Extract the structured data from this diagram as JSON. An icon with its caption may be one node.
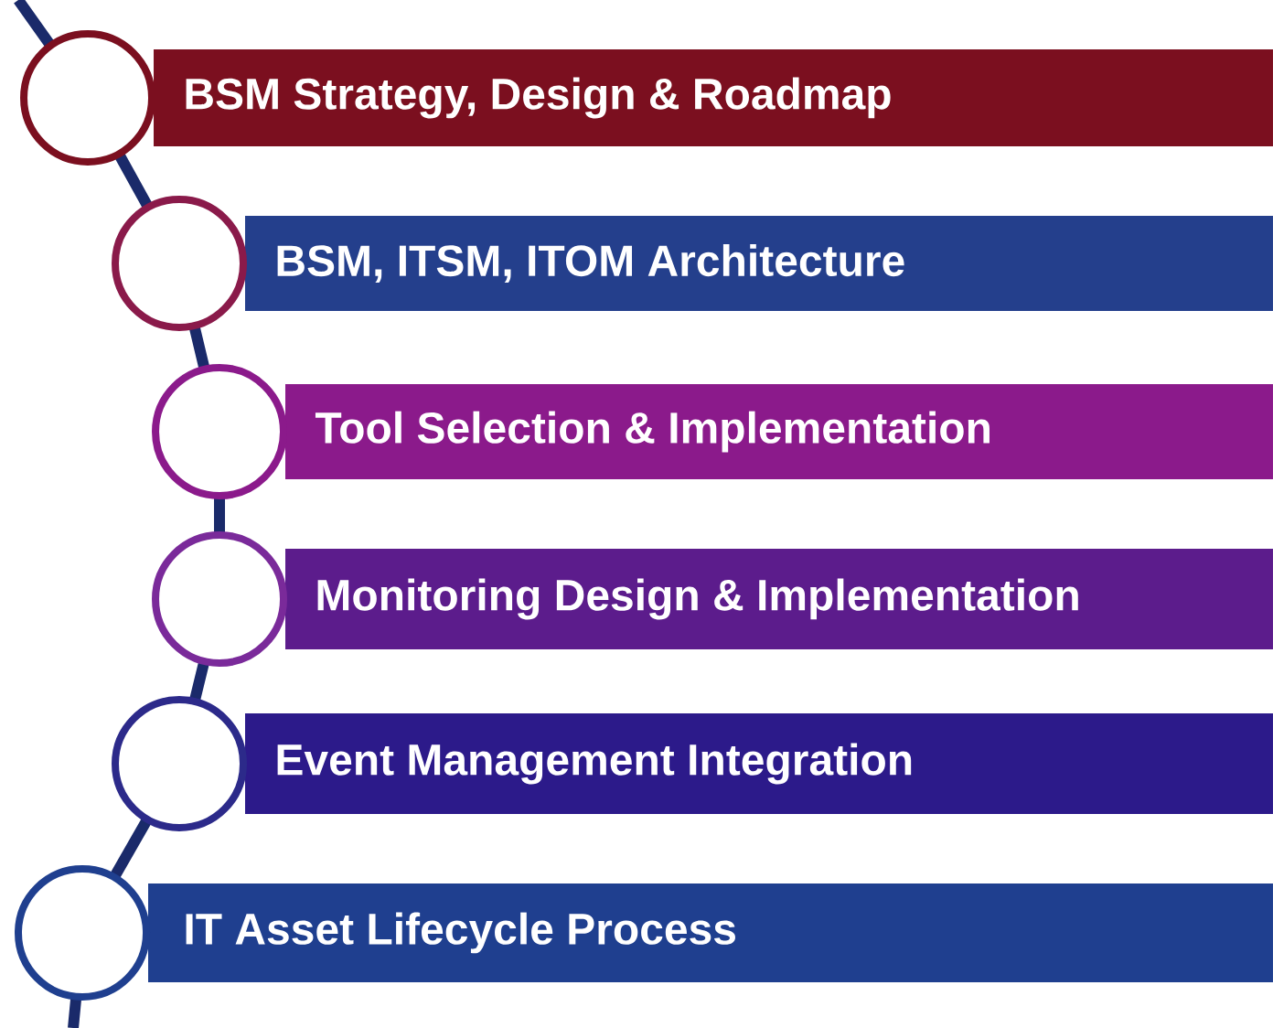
{
  "diagram": {
    "nodes": [
      {
        "text": [],
        "shape": "circle"
      },
      {
        "text": [
          "BSM Strategy, Design & Roadmap"
        ]
      },
      {
        "text": [],
        "shape": "circle"
      },
      {
        "text": [
          "BSM, ITSM, ITOM Architecture"
        ]
      },
      {
        "text": [],
        "shape": "circle"
      },
      {
        "text": [
          "Tool Selection & Implementation"
        ]
      },
      {
        "text": [],
        "shape": "circle"
      },
      {
        "text": [
          "Monitoring Design & Implementation"
        ]
      },
      {
        "text": [],
        "shape": "circle"
      },
      {
        "text": [
          "Event Management Integration"
        ]
      },
      {
        "text": [],
        "shape": "circle"
      },
      {
        "text": [
          "IT Asset Lifecycle Process"
        ]
      }
    ]
  }
}
